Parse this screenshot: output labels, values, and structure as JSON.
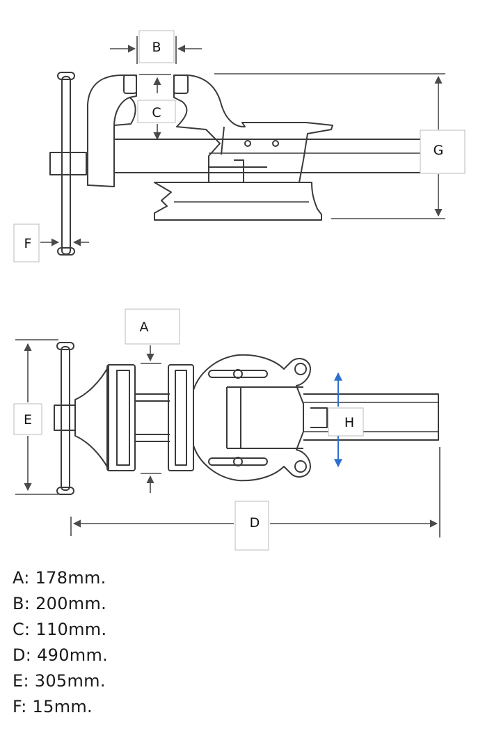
{
  "labels": {
    "a": "A",
    "b": "B",
    "c": "C",
    "d": "D",
    "e": "E",
    "f": "F",
    "g": "G",
    "h": "H"
  },
  "specs": [
    "A: 178mm.",
    "B: 200mm.",
    "C: 110mm.",
    "D: 490mm.",
    "E: 305mm.",
    "F: 15mm."
  ],
  "colors": {
    "line": "#3a3a3a",
    "dimension": "#4a4a4a",
    "accent_arrow": "#2e6fcc"
  }
}
